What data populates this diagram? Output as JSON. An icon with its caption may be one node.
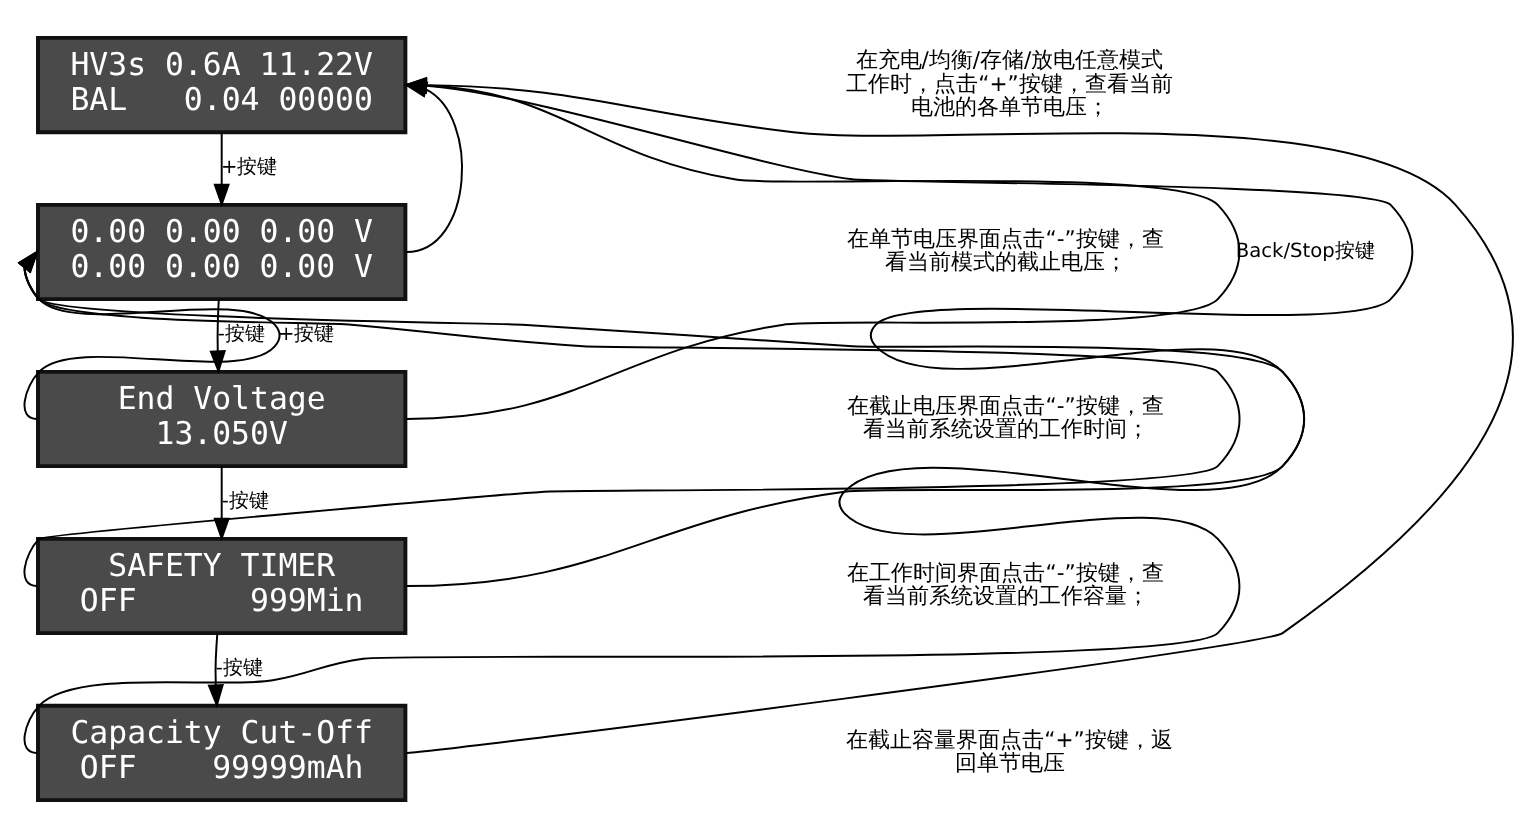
{
  "diagram": {
    "nodes": [
      {
        "text": [
          "HV3s 0.6A 11.22V",
          "BAL   0.04 00000"
        ]
      },
      {
        "text": [
          "0.00 0.00 0.00 V",
          "0.00 0.00 0.00 V"
        ]
      },
      {
        "text": [
          "End Voltage",
          "13.050V"
        ]
      },
      {
        "text": [
          "SAFETY TIMER",
          "OFF      999Min"
        ]
      },
      {
        "text": [
          "Capacity Cut-Off",
          "OFF    99999mAh"
        ]
      }
    ],
    "edges": [
      {
        "from": 0,
        "to": 1,
        "arrow": "to",
        "label": "+按键"
      },
      {
        "from": 1,
        "to": 2,
        "arrow": "to",
        "label": "-按键"
      },
      {
        "from": 2,
        "to": 3,
        "arrow": "to",
        "label": "-按键"
      },
      {
        "from": 3,
        "to": 4,
        "arrow": "to",
        "label": "-按键"
      },
      {
        "from": 1,
        "to": 0,
        "arrow": "to"
      },
      {
        "from": 2,
        "to": 0,
        "arrow": "to",
        "label": "Back/Stop按键"
      },
      {
        "from": 3,
        "to": 0,
        "arrow": "to"
      },
      {
        "from": 4,
        "to": 0,
        "arrow": "to"
      },
      {
        "from": 2,
        "to": 1,
        "arrow": "to",
        "label": "+按键"
      },
      {
        "from": 3,
        "to": 1,
        "arrow": "to"
      },
      {
        "from": 4,
        "to": 1,
        "arrow": "to"
      }
    ],
    "labels": [
      "在充电/均衡/存储/放电任意模式工作时，点击“+”按键，查看当前电池的各单节电压；",
      "在单节电压界面点击“-”按键，查看当前模式的截止电压；",
      "在截止电压界面点击“-”按键，查看当前系统设置的工作时间；",
      "在工作时间界面点击“-”按键，查看当前系统设置的工作容量；",
      "在截止容量界面点击“+”按键，返回单节电压"
    ]
  }
}
